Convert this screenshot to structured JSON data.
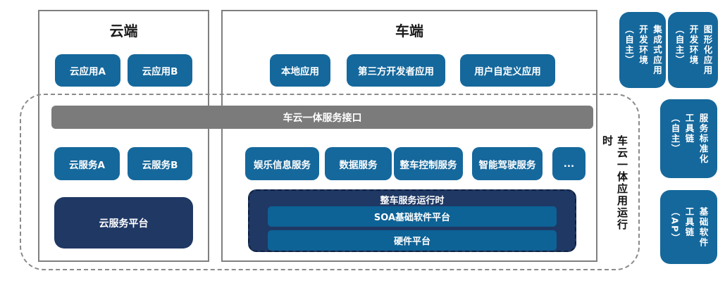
{
  "cloud_panel": {
    "title": "云端",
    "apps": [
      "云应用A",
      "云应用B"
    ],
    "services": [
      "云服务A",
      "云服务B"
    ],
    "platform": "云服务平台"
  },
  "vehicle_panel": {
    "title": "车端",
    "apps": [
      "本地应用",
      "第三方开发者应用",
      "用户自定义应用"
    ],
    "services": [
      "娱乐信息服务",
      "数据服务",
      "整车控制服务",
      "智能驾驶服务",
      "..."
    ],
    "runtime": {
      "title": "整车服务运行时",
      "layers": [
        "SOA基础软件平台",
        "硬件平台"
      ]
    }
  },
  "interface_bar": {
    "label": "车云一体服务接口"
  },
  "app_runtime_frame": {
    "label": "车云一体应用运行时"
  },
  "toolchain_blocks": [
    "集成式应用\n开发环境\n（自主）",
    "图形化应用\n开发环境\n（自主）",
    "服务标准化\n工具链\n（自主）",
    "基础软件\n工具链\n（AP）"
  ],
  "colors": {
    "button_blue": "#15689c",
    "navy": "#1f3864",
    "layer_blue": "#0d6296",
    "bar_gray": "#7b7b7b",
    "border_gray": "#7f7f7f"
  }
}
